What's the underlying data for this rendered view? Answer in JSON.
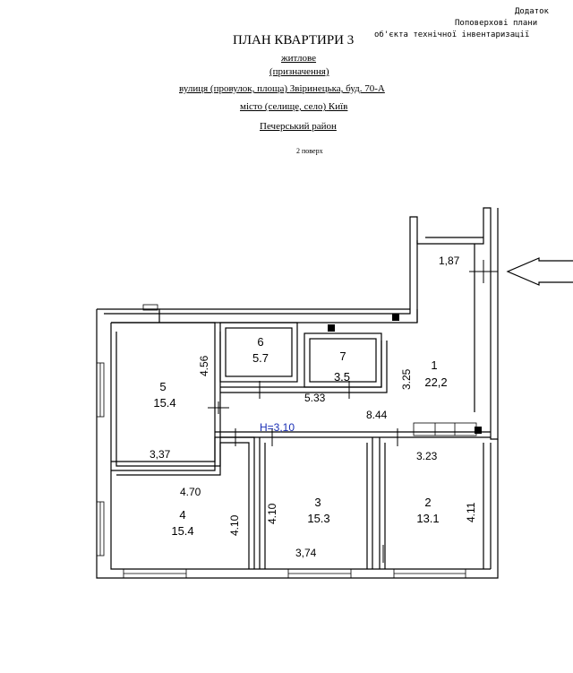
{
  "appendix": {
    "line1": "Додаток",
    "line2": "Поповерхові плани",
    "line3": "об'єкта технічної інвентаризації"
  },
  "header": {
    "title": "ПЛАН КВАРТИРИ 3",
    "purpose_value": "житлове",
    "purpose_caption": "(призначення)",
    "street_label": "вулиця (провулок, площа)",
    "street_value": "Звіринецька, буд. 70-А",
    "city_label": "місто (селище, село)",
    "city_value": "Київ",
    "district": "Печерський район",
    "floor": "2 поверх"
  },
  "plan": {
    "height_label": "Н=3,10",
    "rooms": [
      {
        "number": "1",
        "area": "22,2"
      },
      {
        "number": "2",
        "area": "13.1"
      },
      {
        "number": "3",
        "area": "15.3"
      },
      {
        "number": "4",
        "area": "15.4"
      },
      {
        "number": "5",
        "area": "15.4"
      },
      {
        "number": "6",
        "area": "5.7"
      },
      {
        "number": "7",
        "area": "3.5"
      }
    ],
    "dimensions": {
      "entrance_width": "1,87",
      "hall_depth": "3.25",
      "room5_height": "4.56",
      "room5_width": "3,37",
      "corridor_length": "5.33",
      "corridor_total": "8.44",
      "room2_width": "3.23",
      "room2_height": "4.11",
      "room4_width": "4.70",
      "room4_height": "4.10",
      "room3_height": "4.10",
      "room3_width": "3,74"
    }
  }
}
